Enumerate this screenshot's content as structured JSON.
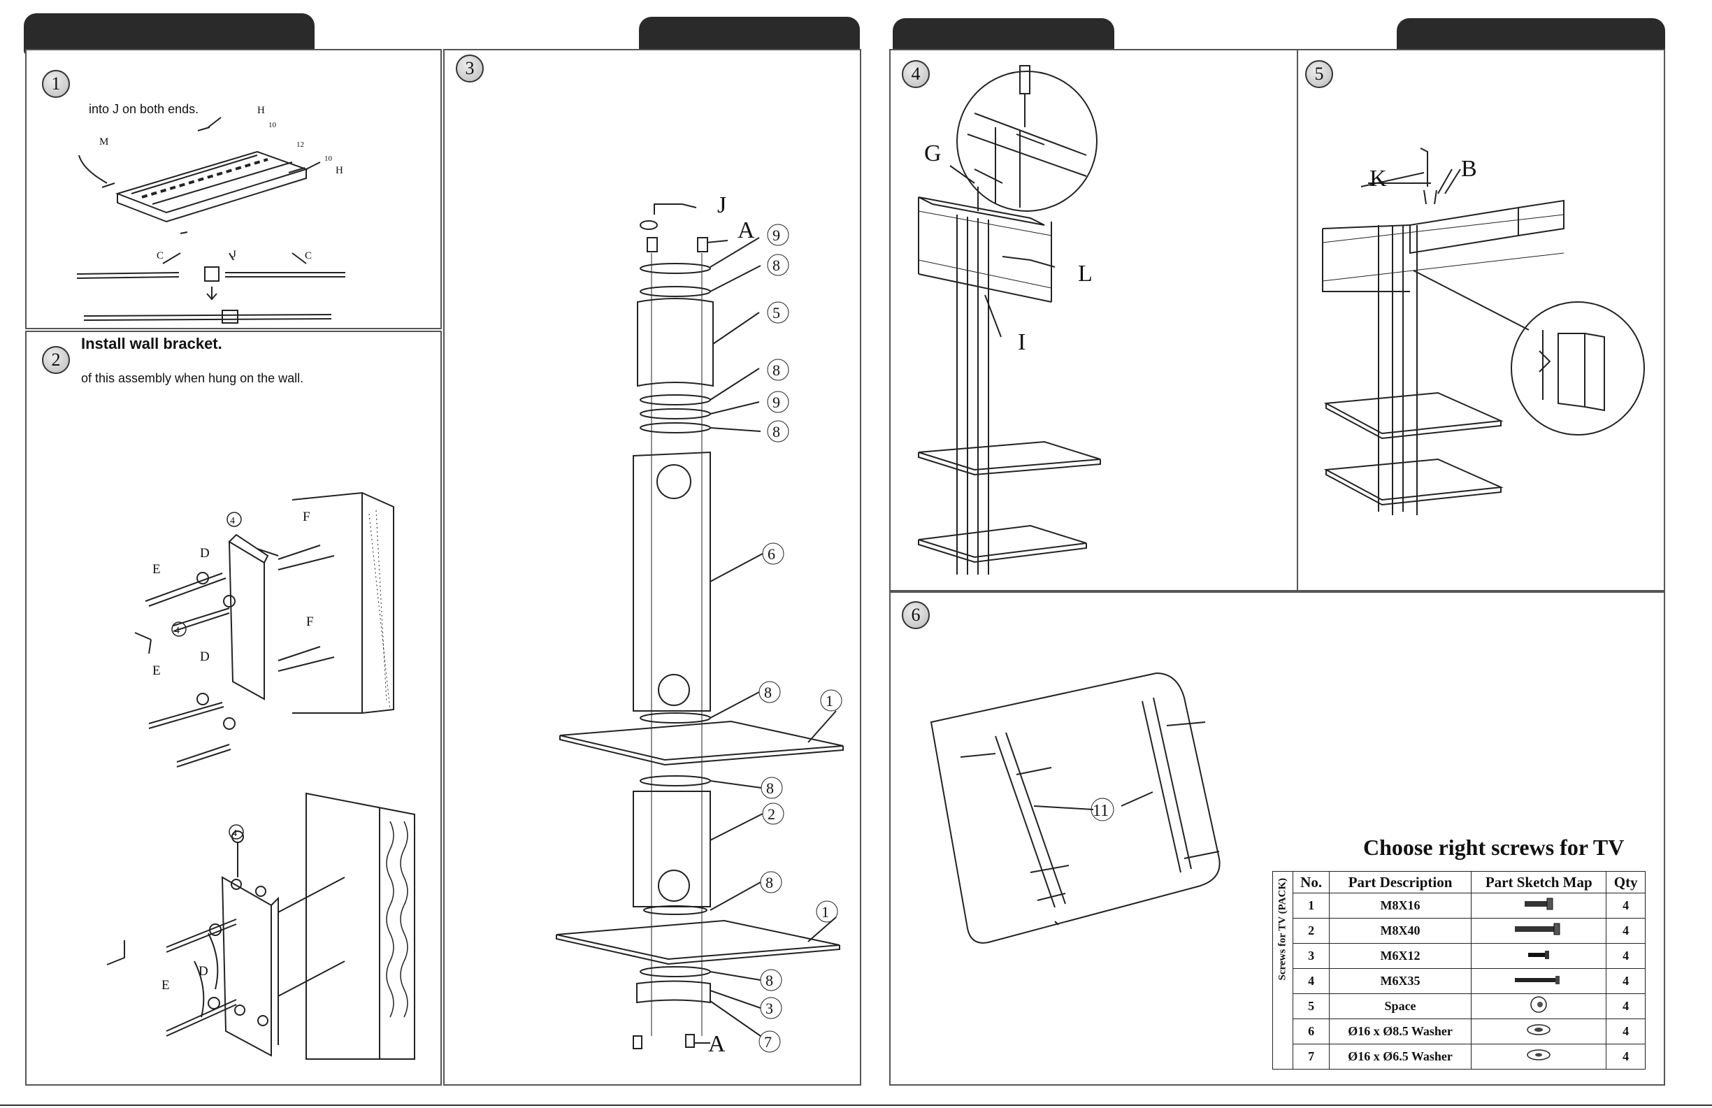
{
  "steps": {
    "s1": {
      "num": "1",
      "text": "into J on both ends.",
      "labels": {
        "H1": "H",
        "n10a": "10",
        "n12": "12",
        "n10b": "10",
        "H2": "H",
        "M": "M",
        "C1": "C",
        "J": "J",
        "C2": "C"
      }
    },
    "s2": {
      "num": "2",
      "title": "Install wall bracket.",
      "text": "of this assembly when hung on the wall.",
      "labels": {
        "n4a": "4",
        "F1": "F",
        "D1": "D",
        "E1": "E",
        "n4b": "4",
        "F2": "F",
        "D2": "D",
        "E2": "E",
        "n4c": "4",
        "D3": "D",
        "E3": "E"
      }
    },
    "s3": {
      "num": "3",
      "labels": {
        "J": "J",
        "A1": "A",
        "n9a": "9",
        "n8a": "8",
        "n5": "5",
        "n8b": "8",
        "n9b": "9",
        "n8c": "8",
        "n6": "6",
        "n8d": "8",
        "n1a": "1",
        "n8e": "8",
        "n2": "2",
        "n8f": "8",
        "n1b": "1",
        "n8g": "8",
        "n3": "3",
        "A2": "A",
        "n7": "7"
      }
    },
    "s4": {
      "num": "4",
      "labels": {
        "G": "G",
        "L": "L",
        "I": "I"
      }
    },
    "s5": {
      "num": "5",
      "labels": {
        "K": "K",
        "B": "B"
      }
    },
    "s6": {
      "num": "6",
      "labels": {
        "n11": "11"
      }
    }
  },
  "screw_table": {
    "title": "Choose right screws for TV",
    "side_label": "Screws for TV (PACK)",
    "headers": [
      "No.",
      "Part Description",
      "Part Sketch Map",
      "Qty"
    ],
    "rows": [
      {
        "no": "1",
        "desc": "M8X16",
        "icon": "short-bolt-icon",
        "qty": "4"
      },
      {
        "no": "2",
        "desc": "M8X40",
        "icon": "long-bolt-icon",
        "qty": "4"
      },
      {
        "no": "3",
        "desc": "M6X12",
        "icon": "small-bolt-icon",
        "qty": "4"
      },
      {
        "no": "4",
        "desc": "M6X35",
        "icon": "thin-long-bolt-icon",
        "qty": "4"
      },
      {
        "no": "5",
        "desc": "Space",
        "icon": "spacer-icon",
        "qty": "4"
      },
      {
        "no": "6",
        "desc": "Ø16 x Ø8.5 Washer",
        "icon": "washer-icon",
        "qty": "4"
      },
      {
        "no": "7",
        "desc": "Ø16 x Ø6.5 Washer",
        "icon": "washer-icon",
        "qty": "4"
      }
    ]
  }
}
